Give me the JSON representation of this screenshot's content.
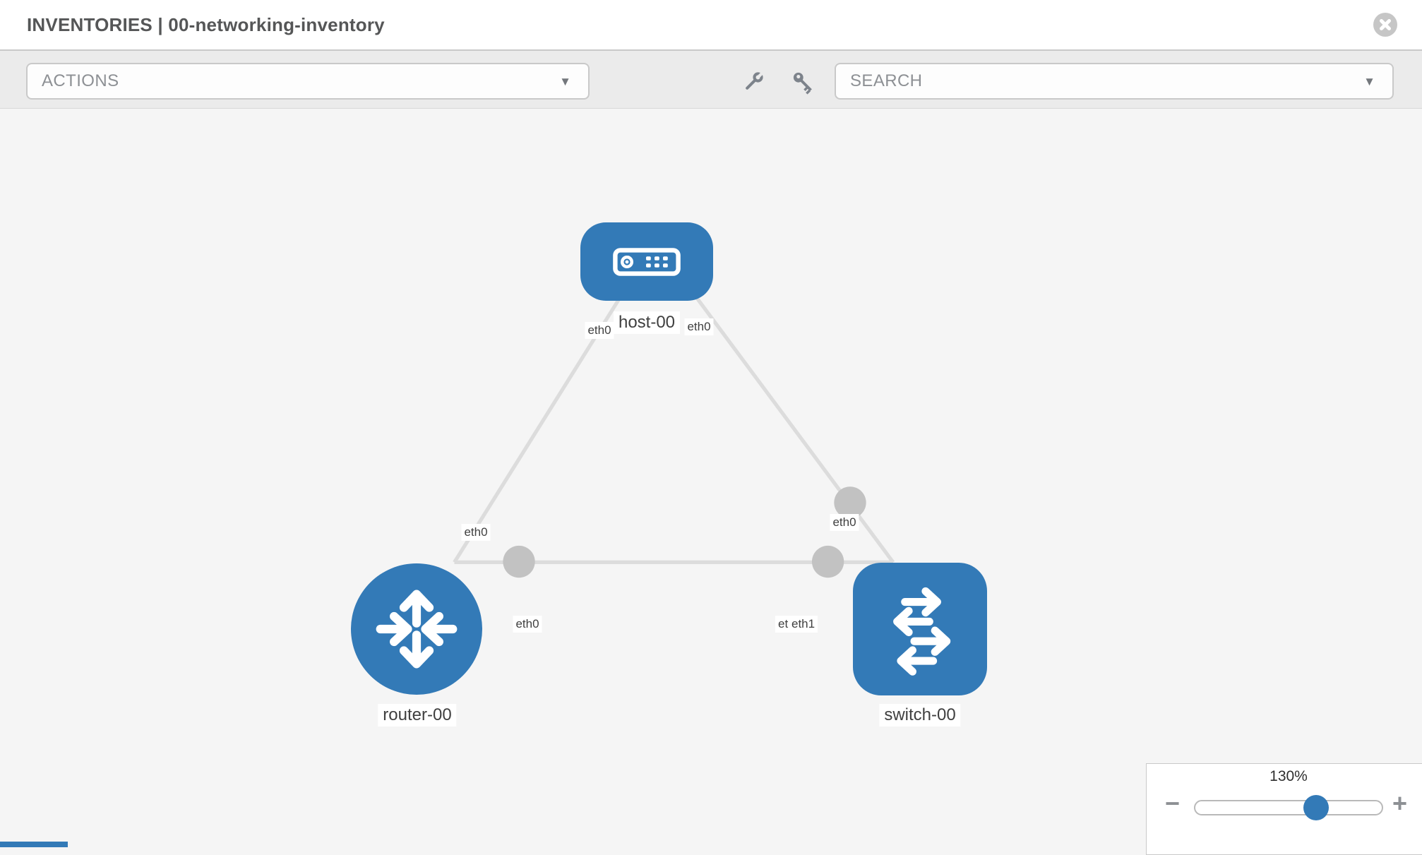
{
  "header": {
    "title": "INVENTORIES | 00-networking-inventory"
  },
  "toolbar": {
    "actions_dropdown": {
      "label": "ACTIONS"
    },
    "search_dropdown": {
      "label": "SEARCH"
    },
    "caret": "▼",
    "icons": [
      "wrench-icon",
      "key-icon"
    ]
  },
  "topology": {
    "nodes": [
      {
        "id": "host-00",
        "label": "host-00",
        "type": "host",
        "icon": "server-icon"
      },
      {
        "id": "router-00",
        "label": "router-00",
        "type": "router",
        "icon": "router-arrows-icon"
      },
      {
        "id": "switch-00",
        "label": "switch-00",
        "type": "switch",
        "icon": "switch-arrows-icon"
      }
    ],
    "links": [
      {
        "from": "host-00",
        "to": "router-00",
        "from_interface": "eth0",
        "to_interface": "eth0"
      },
      {
        "from": "host-00",
        "to": "switch-00",
        "from_interface": "eth0",
        "to_interface": "eth0"
      },
      {
        "from": "router-00",
        "to": "switch-00",
        "from_interface": "eth0",
        "to_interface": "eth1"
      }
    ],
    "iface_labels": {
      "host_left": "eth0",
      "host_right": "eth0",
      "router_top": "eth0",
      "switch_top": "eth0",
      "router_right": "eth0",
      "switch_left_back": "eth0",
      "switch_left_front": "eth1"
    }
  },
  "zoom_control": {
    "value": "130%",
    "percent": 130,
    "minus_glyph": "−",
    "plus_glyph": "+"
  },
  "colors": {
    "node_blue": "#337ab7",
    "edge_gray": "#dcdcdc",
    "endpoint_gray": "#c2c2c2",
    "canvas_bg": "#f5f5f5",
    "toolbar_bg": "#ebebeb"
  }
}
